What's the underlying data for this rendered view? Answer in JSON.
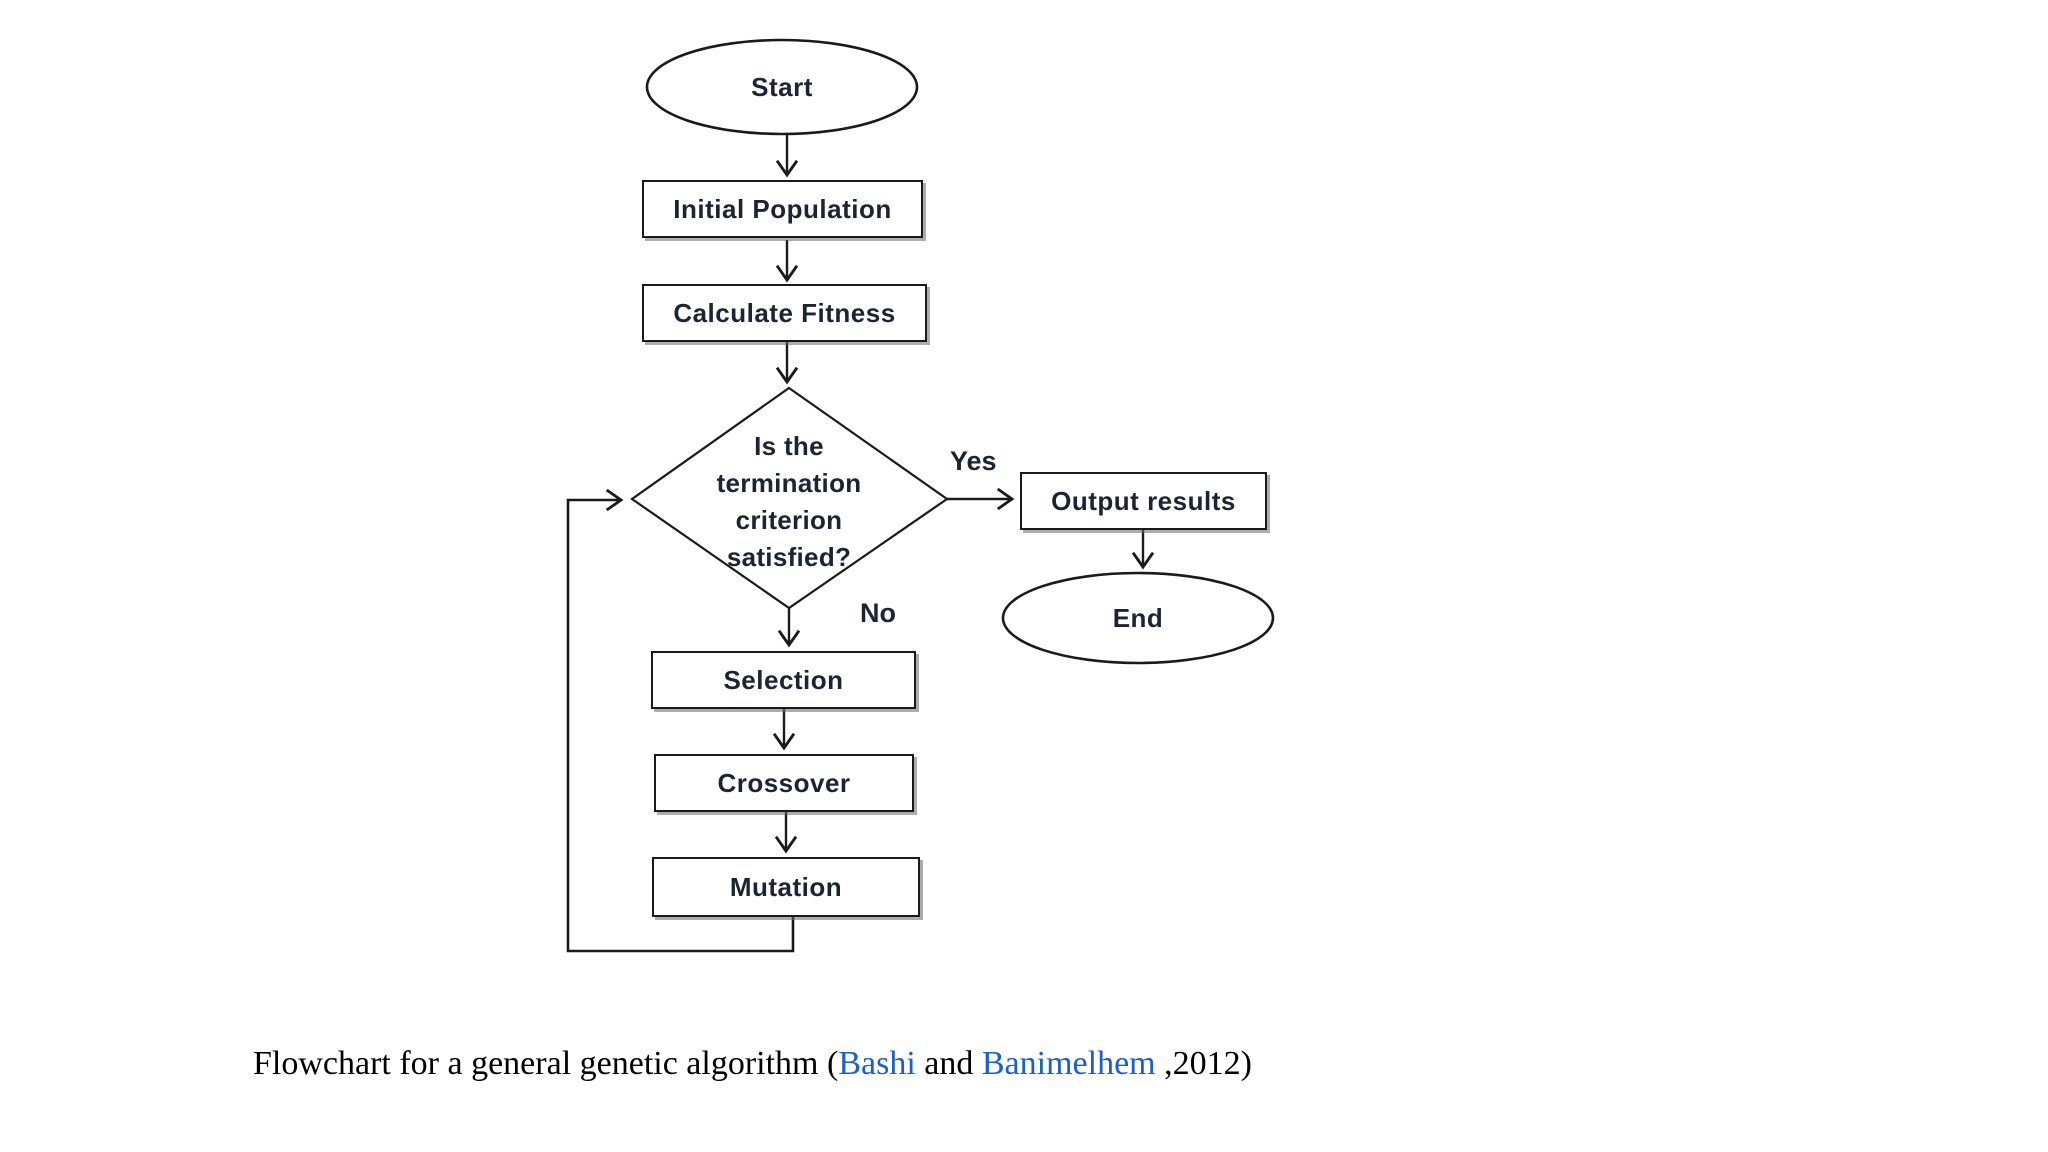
{
  "flowchart": {
    "nodes": {
      "start": "Start",
      "initial_population": "Initial Population",
      "calculate_fitness": "Calculate Fitness",
      "decision": "Is the\ntermination\ncriterion\nsatisfied?",
      "output_results": "Output results",
      "end": "End",
      "selection": "Selection",
      "crossover": "Crossover",
      "mutation": "Mutation"
    },
    "edge_labels": {
      "yes": "Yes",
      "no": "No"
    }
  },
  "caption": {
    "prefix": "Flowchart for a general genetic algorithm (",
    "citation_author_1": "Bashi",
    "connector": " and ",
    "citation_author_2": "Banimelhem",
    "suffix": " ,2012)"
  },
  "colors": {
    "background": "#ffffff",
    "line": "#1a1a1a",
    "node_text": "#1c2433",
    "caption_text": "#000000",
    "citation_link": "#1b5fc8"
  }
}
